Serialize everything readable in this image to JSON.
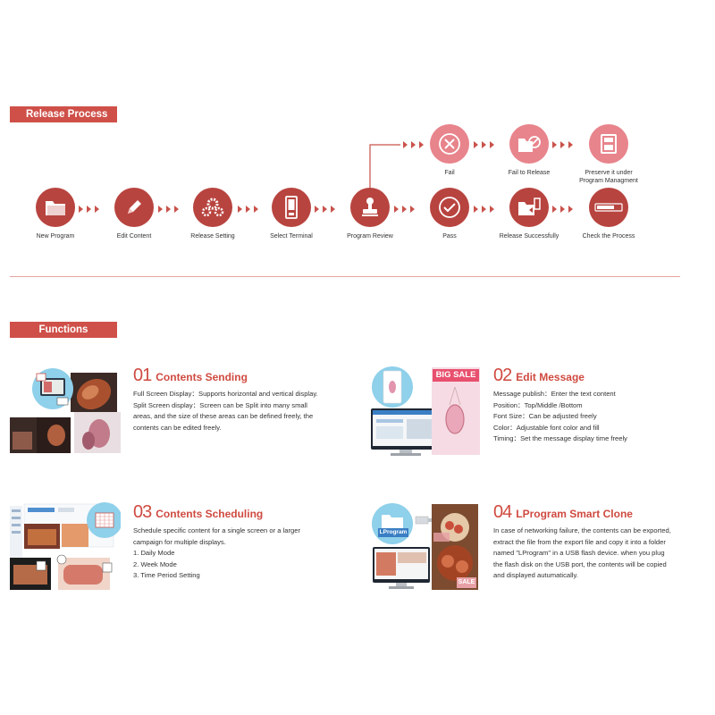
{
  "release": {
    "title": "Release Process",
    "steps": [
      {
        "label": "New Program",
        "icon": "folder-icon"
      },
      {
        "label": "Edit Content",
        "icon": "pencil-icon"
      },
      {
        "label": "Release Setting",
        "icon": "gears-icon"
      },
      {
        "label": "Select Terminal",
        "icon": "terminal-icon"
      },
      {
        "label": "Program Review",
        "icon": "stamp-icon"
      },
      {
        "label": "Pass",
        "icon": "check-icon"
      },
      {
        "label": "Release Successfully",
        "icon": "folder-upload-icon"
      },
      {
        "label": "Check the Process",
        "icon": "progress-bar-icon"
      },
      {
        "label": "Fail",
        "icon": "x-circle-icon"
      },
      {
        "label": "Fail to Release",
        "icon": "folder-forbidden-icon"
      },
      {
        "label_line1": "Preserve it under",
        "label_line2": "Program Managment",
        "icon": "save-icon"
      }
    ]
  },
  "functions": {
    "title": "Functions",
    "items": [
      {
        "num": "01",
        "title": "Contents Sending",
        "lines": [
          "Full Screen Display：Supports horizontal and vertical display.",
          "Split Screen display：Screen can be Split into many small",
          "areas, and the size of these areas can be defined freely, the",
          "contents can be edited freely."
        ]
      },
      {
        "num": "02",
        "title": "Edit Message",
        "lines": [
          "Message publish：Enter the text content",
          "Position：Top/Middle /Bottom",
          "Font Size：Can be adjusted freely",
          "Color：Adjustable font color and fill",
          "Timing：Set the message display time freely"
        ],
        "banner": "BIG SALE"
      },
      {
        "num": "03",
        "title": "Contents Scheduling",
        "lines": [
          "Schedule specific content for a single screen or a larger",
          "campaign for multiple displays.",
          "1. Daily Mode",
          "2. Week Mode",
          "3. Time Period Setting"
        ]
      },
      {
        "num": "04",
        "title": "LProgram Smart Clone",
        "lines": [
          "In case of networking failure, the contents can be exported,",
          "extract the file from the export file and copy it into a folder",
          "named \"LProgram\" in a USB flash device. when you plug",
          "the flash disk on the USB port, the contents will be copied",
          "and displayed autumatically."
        ],
        "badge": "LProgram",
        "sale": "SALE"
      }
    ]
  },
  "colors": {
    "accent": "#cf5049",
    "dark_circle": "#b8443f",
    "light_circle": "#e8848c"
  }
}
